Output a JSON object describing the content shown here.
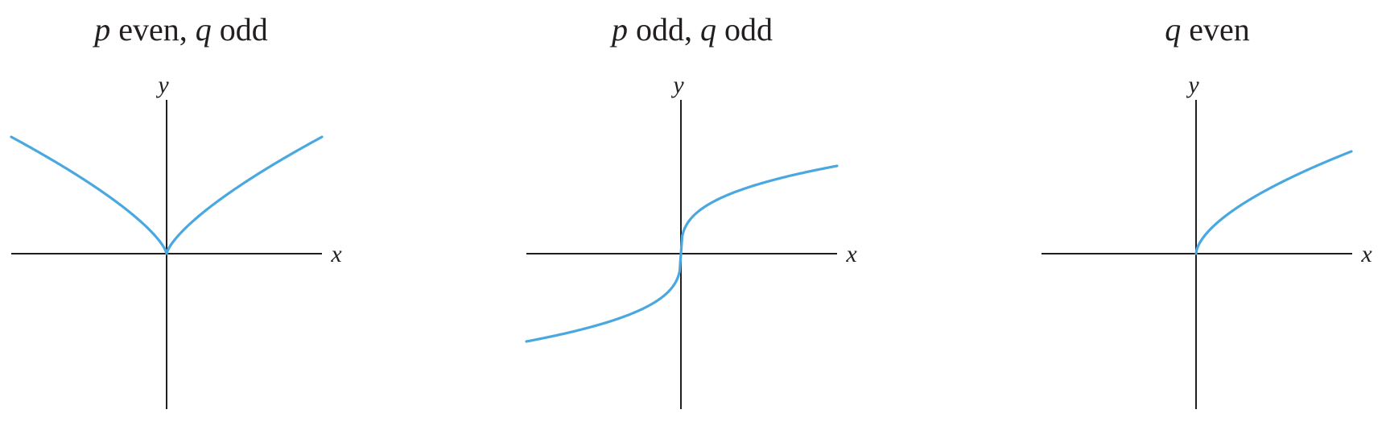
{
  "panels": [
    {
      "title": {
        "var1": "p",
        "word1": " even, ",
        "var2": "q",
        "word2": " odd"
      },
      "x_label": "x",
      "y_label": "y",
      "curve_shape": "cusp"
    },
    {
      "title": {
        "var1": "p",
        "word1": " odd, ",
        "var2": "q",
        "word2": " odd"
      },
      "x_label": "x",
      "y_label": "y",
      "curve_shape": "cube-root"
    },
    {
      "title": {
        "var1": "q",
        "word1": " even",
        "var2": "",
        "word2": ""
      },
      "x_label": "x",
      "y_label": "y",
      "curve_shape": "square-root"
    }
  ],
  "colors": {
    "curve": "#4aa8e0",
    "axis": "#231f20"
  }
}
